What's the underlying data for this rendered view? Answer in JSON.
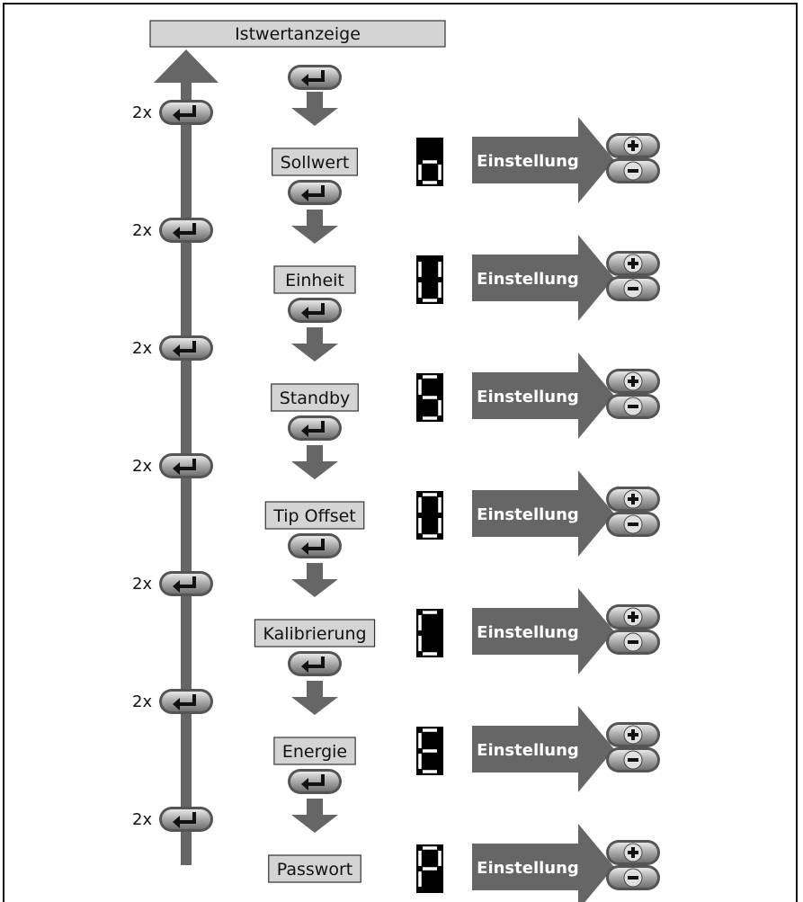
{
  "header": {
    "title": "Istwertanzeige"
  },
  "steps": [
    {
      "label": "Sollwert",
      "code": "o"
    },
    {
      "label": "Einheit",
      "code": "U"
    },
    {
      "label": "Standby",
      "code": "S"
    },
    {
      "label": "Tip Offset",
      "code": "O"
    },
    {
      "label": "Kalibrierung",
      "code": "C"
    },
    {
      "label": "Energie",
      "code": "E"
    },
    {
      "label": "Passwort",
      "code": "P"
    }
  ],
  "return_multiplier": "2x",
  "action_label": "Einstellung",
  "icons": {
    "enter": "enter-key-icon",
    "plus": "plus-key-icon",
    "minus": "minus-key-icon",
    "up": "arrow-up-icon",
    "down": "arrow-down-icon",
    "right": "arrow-right-icon"
  },
  "colors": {
    "arrow": "#666666",
    "box": "#d4d4d4",
    "display": "#000000",
    "segment": "#ffffff"
  }
}
